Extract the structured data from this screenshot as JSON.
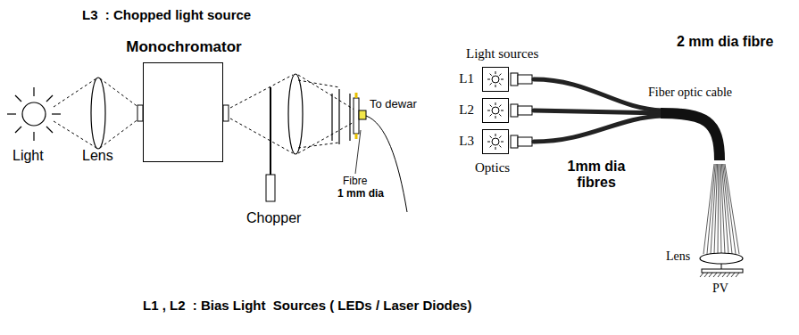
{
  "diagram": {
    "title": "L3  : Chopped light source",
    "caption": "L1 , L2  : Bias Light  Sources ( LEDs / Laser Diodes)",
    "nodes": [
      {
        "text": [
          "Monochromator"
        ]
      },
      {
        "text": [
          "L1"
        ]
      },
      {
        "text": [
          "L2"
        ]
      },
      {
        "text": [
          "L3"
        ]
      }
    ],
    "labels": [
      "Light",
      "Lens",
      "Chopper",
      "Fibre",
      "1 mm dia",
      "To dewar",
      "Light sources",
      "2 mm dia fibre",
      "Fiber optic cable",
      "Optics",
      "1mm dia fibres",
      "Lens",
      "PV"
    ]
  }
}
